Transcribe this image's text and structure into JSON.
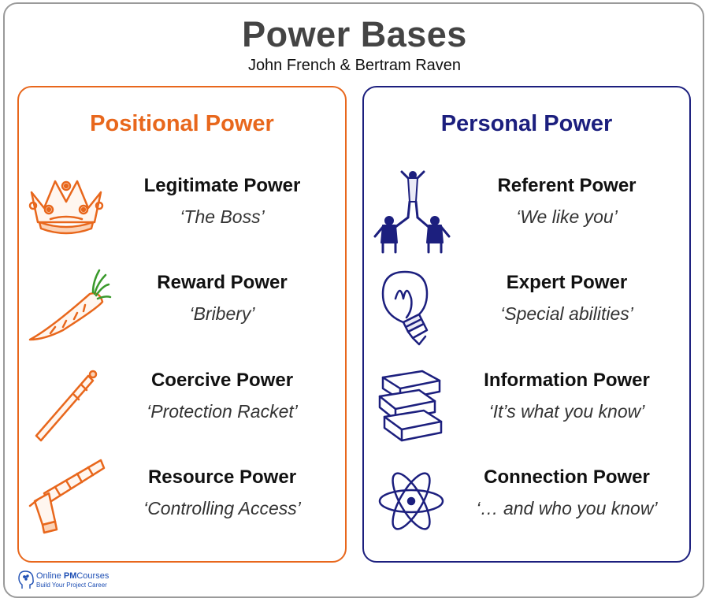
{
  "title": "Power Bases",
  "subtitle": "John French & Bertram Raven",
  "colors": {
    "positional": "#e8671c",
    "personal": "#1c1f7e",
    "title": "#444444",
    "logo": "#1e4fb4"
  },
  "positional": {
    "heading": "Positional Power",
    "items": [
      {
        "name": "Legitimate Power",
        "quote": "‘The Boss’",
        "icon": "crown-icon"
      },
      {
        "name": "Reward Power",
        "quote": "‘Bribery’",
        "icon": "carrot-icon"
      },
      {
        "name": "Coercive Power",
        "quote": "‘Protection Racket’",
        "icon": "stick-icon"
      },
      {
        "name": "Resource Power",
        "quote": "‘Controlling Access’",
        "icon": "barrier-icon"
      }
    ]
  },
  "personal": {
    "heading": "Personal Power",
    "items": [
      {
        "name": "Referent Power",
        "quote": "‘We like you’",
        "icon": "cheerleaders-icon"
      },
      {
        "name": "Expert Power",
        "quote": "‘Special abilities’",
        "icon": "lightbulb-icon"
      },
      {
        "name": "Information Power",
        "quote": "‘It’s what you know’",
        "icon": "books-icon"
      },
      {
        "name": "Connection Power",
        "quote": "‘… and who you know’",
        "icon": "atom-icon"
      }
    ]
  },
  "logo": {
    "brand_plain": "Online ",
    "brand_bold": "PM",
    "brand_tail": "Courses",
    "tagline": "Build Your Project Career"
  }
}
